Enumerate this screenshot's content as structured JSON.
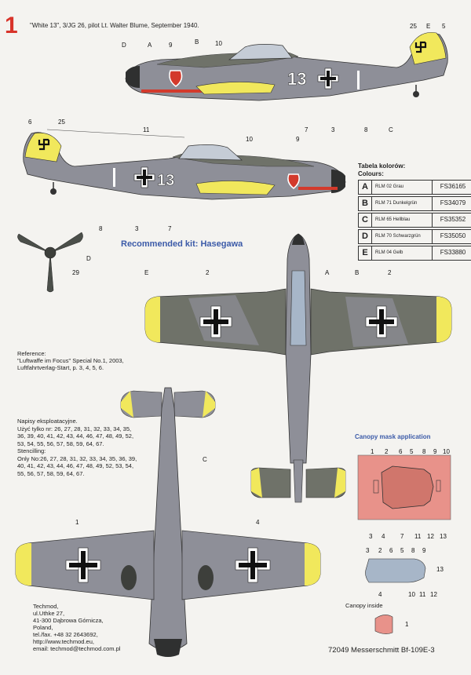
{
  "plate": {
    "number": "1",
    "header": "\"White 13\", 3/JG 26, pilot Lt. Walter Blume, September 1940."
  },
  "recommended_kit": "Recommended kit: Hasegawa",
  "colors": {
    "title_pl": "Tabela kolorów:",
    "title_en": "Colours:",
    "items": [
      {
        "letter": "A",
        "name": "RLM 02 Grau",
        "fs": "FS36165"
      },
      {
        "letter": "B",
        "name": "RLM 71 Dunkelgrün",
        "fs": "FS34079"
      },
      {
        "letter": "C",
        "name": "RLM 65 Hellblau",
        "fs": "FS35352"
      },
      {
        "letter": "D",
        "name": "RLM 70 Schwarzgrün",
        "fs": "FS35050"
      },
      {
        "letter": "E",
        "name": "RLM 04 Gelb",
        "fs": "FS33880"
      }
    ]
  },
  "reference": {
    "line1": "Reference:",
    "line2": "\"Luftwaffe im Focus\" Special No.1, 2003,",
    "line3": "Luftfahrtverlag-Start, p. 3, 4, 5, 6."
  },
  "stencil": {
    "l1": "Napisy eksploatacyjne.",
    "l2": "Użyć tylko nr: 26, 27, 28, 31, 32, 33, 34, 35,",
    "l3": "36, 39, 40, 41, 42, 43, 44, 46, 47, 48, 49, 52,",
    "l4": "53, 54, 55, 56, 57, 58, 59, 64, 67.",
    "l5": "Stencilling:",
    "l6": "Only No:26, 27, 28, 31, 32, 33, 34, 35, 36, 39,",
    "l7": "40, 41, 42, 43, 44, 46, 47, 48, 49, 52, 53, 54,",
    "l8": "55, 56, 57, 58, 59, 64, 67."
  },
  "address": {
    "l1": "Techmod,",
    "l2": "ul.Uthke 27,",
    "l3": "41-300 Dąbrowa Górnicza,",
    "l4": "Poland,",
    "l5": "tel./fax. +48 32 2643692,",
    "l6": "http://www.techmod.eu,",
    "l7": "email: techmod@techmod.com.pl"
  },
  "footer": "72049 Messerschmitt Bf-109E-3",
  "canopy": {
    "title": "Canopy mask application",
    "inside": "Canopy inside"
  },
  "markings": {
    "fuselage_code": "13"
  },
  "callouts": {
    "side1": [
      "D",
      "A",
      "9",
      "B",
      "10",
      "25",
      "E",
      "5",
      "11",
      "7",
      "3",
      "8",
      "C"
    ],
    "side2": [
      "6",
      "25",
      "10",
      "9",
      "8",
      "3",
      "7"
    ],
    "prop": [
      "D",
      "29"
    ],
    "top": [
      "E",
      "2",
      "A",
      "B",
      "2"
    ],
    "bottom": [
      "C",
      "1",
      "4"
    ],
    "canopy_top": [
      "1",
      "2",
      "6",
      "5",
      "8",
      "9",
      "10"
    ],
    "canopy_mid": [
      "3",
      "4",
      "7",
      "11",
      "12",
      "13"
    ],
    "canopy_side_top": [
      "3",
      "2",
      "6",
      "5",
      "8",
      "9"
    ],
    "canopy_side_bot": [
      "4",
      "10",
      "11",
      "12",
      "13"
    ],
    "canopy_inside": [
      "1"
    ]
  },
  "palette": {
    "grey": "#8d8e96",
    "green": "#6b6f68",
    "dark": "#4b4f4a",
    "blue": "#a7b6c8",
    "yellow": "#f1e85c",
    "red": "#d33a2c",
    "mask": "#e8928a"
  }
}
